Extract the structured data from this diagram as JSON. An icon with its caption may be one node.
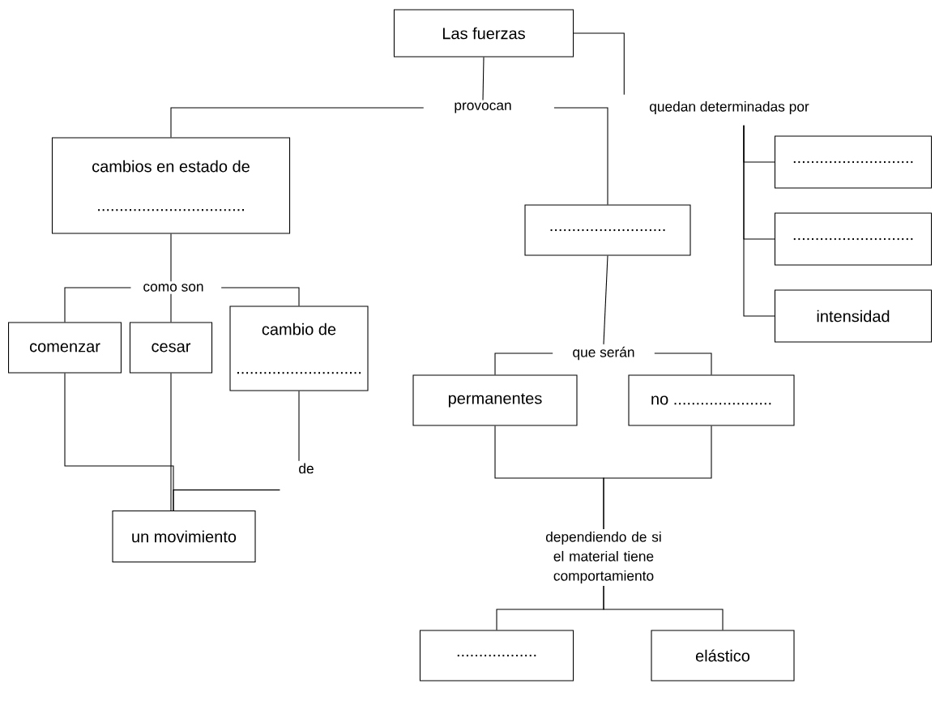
{
  "diagram": {
    "nodes": [
      {
        "text": [
          "Las fuerzas"
        ]
      },
      {
        "text": [
          "provocan"
        ]
      },
      {
        "text": [
          "quedan determinadas por"
        ]
      },
      {
        "text": [
          "cambios en estado de",
          "................................."
        ]
      },
      {
        "text": [
          ".........................."
        ]
      },
      {
        "text": [
          "..........................."
        ]
      },
      {
        "text": [
          "..........................."
        ]
      },
      {
        "text": [
          "intensidad"
        ]
      },
      {
        "text": [
          "como son"
        ]
      },
      {
        "text": [
          "comenzar"
        ]
      },
      {
        "text": [
          "cesar"
        ]
      },
      {
        "text": [
          "cambio de",
          "............................"
        ]
      },
      {
        "text": [
          "que serán"
        ]
      },
      {
        "text": [
          "permanentes"
        ]
      },
      {
        "text": [
          "no ......................"
        ]
      },
      {
        "text": [
          "de"
        ]
      },
      {
        "text": [
          "un movimiento"
        ]
      },
      {
        "text": [
          "dependiendo de si el material tiene comportamiento"
        ]
      },
      {
        "text": [
          ".................."
        ]
      },
      {
        "text": [
          "elástico"
        ]
      }
    ],
    "edges": [
      {
        "from": 0,
        "to": 1,
        "arrow": "none"
      },
      {
        "from": 1,
        "to": 3,
        "arrow": "none"
      },
      {
        "from": 1,
        "to": 4,
        "arrow": "none"
      },
      {
        "from": 0,
        "to": 2,
        "arrow": "none"
      },
      {
        "from": 2,
        "to": 5,
        "arrow": "none"
      },
      {
        "from": 2,
        "to": 6,
        "arrow": "none"
      },
      {
        "from": 2,
        "to": 7,
        "arrow": "none"
      },
      {
        "from": 3,
        "to": 8,
        "arrow": "none"
      },
      {
        "from": 8,
        "to": 9,
        "arrow": "none"
      },
      {
        "from": 8,
        "to": 10,
        "arrow": "none"
      },
      {
        "from": 8,
        "to": 11,
        "arrow": "none"
      },
      {
        "from": 4,
        "to": 12,
        "arrow": "none"
      },
      {
        "from": 12,
        "to": 13,
        "arrow": "none"
      },
      {
        "from": 12,
        "to": 14,
        "arrow": "none"
      },
      {
        "from": 9,
        "to": 16,
        "arrow": "none"
      },
      {
        "from": 10,
        "to": 16,
        "arrow": "none"
      },
      {
        "from": 11,
        "to": 15,
        "arrow": "none"
      },
      {
        "from": 15,
        "to": 16,
        "arrow": "none"
      },
      {
        "from": 13,
        "to": 17,
        "arrow": "none"
      },
      {
        "from": 14,
        "to": 17,
        "arrow": "none"
      },
      {
        "from": 17,
        "to": 18,
        "arrow": "none"
      },
      {
        "from": 17,
        "to": 19,
        "arrow": "none"
      }
    ]
  }
}
